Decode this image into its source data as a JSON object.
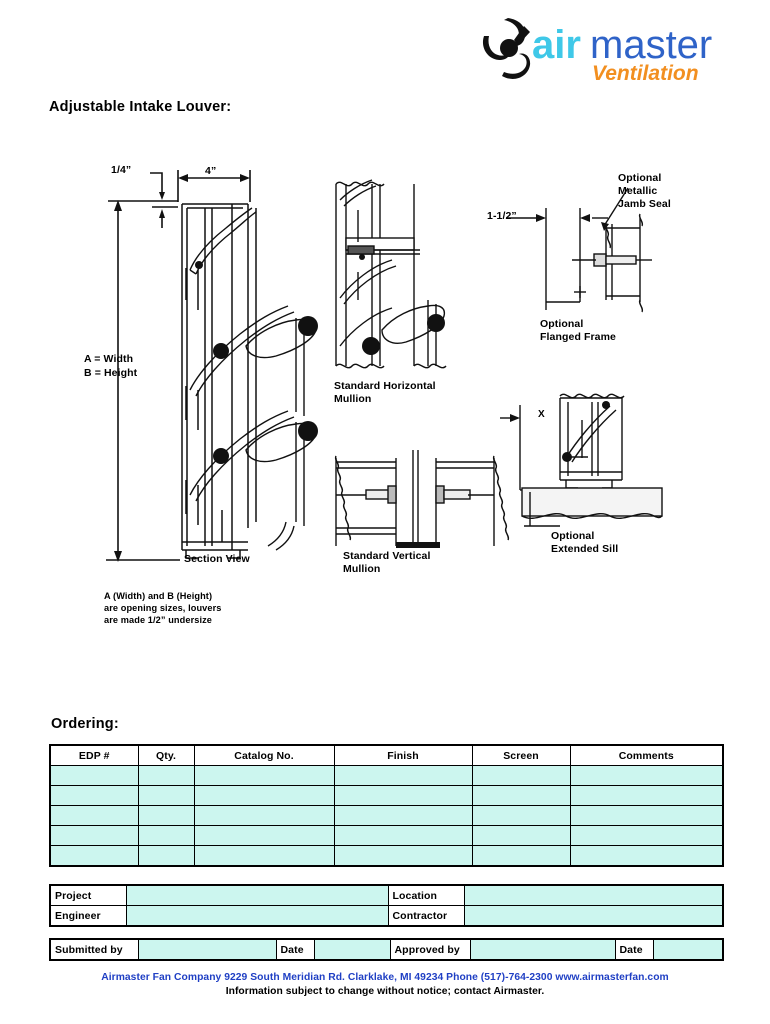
{
  "logo": {
    "brand_part1": "air",
    "brand_part2": "master",
    "tagline": "Ventilation",
    "color_part1": "#3fc8e8",
    "color_part2": "#2f63c8",
    "color_tagline": "#f28f20",
    "color_mark": "#111111"
  },
  "header": {
    "title": "Adjustable Intake Louver:"
  },
  "diagram": {
    "dim_quarter_inch": "1/4”",
    "dim_four_inch": "4”",
    "dim_one_half_inch": "1-1/2”",
    "dim_x": "X",
    "label_a_width": "A = Width",
    "label_b_height": "B = Height",
    "label_section_view": "Section View",
    "label_standard_horizontal_mullion": "Standard Horizontal\nMullion",
    "label_standard_vertical_mullion": "Standard Vertical\nMullion",
    "label_optional_metallic_jamb_seal": "Optional\nMetallic\nJamb Seal",
    "label_optional_flanged_frame": "Optional\nFlanged Frame",
    "label_optional_extended_sill": "Optional\nExtended Sill",
    "note": "A (Width) and B (Height)\nare opening sizes, louvers\nare made 1/2” undersize"
  },
  "ordering": {
    "title": "Ordering:",
    "columns": [
      "EDP #",
      "Qty.",
      "Catalog No.",
      "Finish",
      "Screen",
      "Comments"
    ],
    "rows": [
      [
        "",
        "",
        "",
        "",
        "",
        ""
      ],
      [
        "",
        "",
        "",
        "",
        "",
        ""
      ],
      [
        "",
        "",
        "",
        "",
        "",
        ""
      ],
      [
        "",
        "",
        "",
        "",
        "",
        ""
      ],
      [
        "",
        "",
        "",
        "",
        "",
        ""
      ]
    ],
    "row_fill_color": "#ccf6ef"
  },
  "project_info": {
    "project_label": "Project",
    "project_value": "",
    "location_label": "Location",
    "location_value": "",
    "engineer_label": "Engineer",
    "engineer_value": "",
    "contractor_label": "Contractor",
    "contractor_value": ""
  },
  "signoff": {
    "submitted_by_label": "Submitted by",
    "submitted_by_value": "",
    "submitted_date_label": "Date",
    "submitted_date_value": "",
    "approved_by_label": "Approved by",
    "approved_by_value": "",
    "approved_date_label": "Date",
    "approved_date_value": ""
  },
  "footer": {
    "line1": "Airmaster Fan Company 9229 South Meridian Rd. Clarklake, MI 49234 Phone (517)-764-2300 www.airmasterfan.com",
    "line2": "Information subject to change without notice; contact Airmaster.",
    "line1_color": "#1f3fc4"
  }
}
